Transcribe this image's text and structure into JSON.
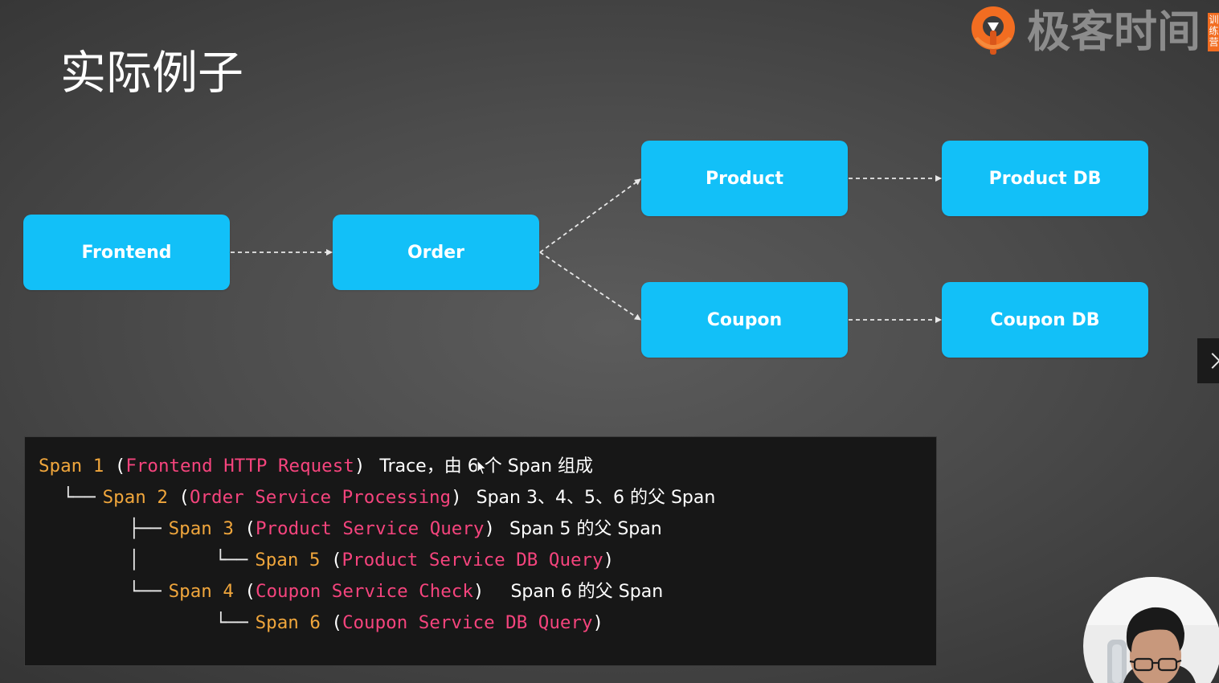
{
  "slide": {
    "title": "实际例子"
  },
  "branding": {
    "logo_text": "极客时间",
    "badge_text": "训练营"
  },
  "diagram": {
    "nodes": {
      "frontend": "Frontend",
      "order": "Order",
      "product": "Product",
      "product_db": "Product DB",
      "coupon": "Coupon",
      "coupon_db": "Coupon DB"
    }
  },
  "trace": {
    "open_paren": "(",
    "close_paren": ")",
    "lines": [
      {
        "span": "Span 1",
        "name": "Frontend HTTP Request",
        "note": "Trace，由 6 个 Span 组成"
      },
      {
        "tree": "└──",
        "span": "Span 2",
        "name": "Order Service Processing",
        "note": "Span 3、4、5、6 的父 Span"
      },
      {
        "tree": "├──",
        "span": "Span 3",
        "name": "Product Service Query",
        "note": "Span 5 的父 Span"
      },
      {
        "pipe": "│",
        "tree": "└──",
        "span": "Span 5",
        "name": "Product Service DB Query"
      },
      {
        "tree": "└──",
        "span": "Span 4",
        "name": "Coupon Service Check",
        "note": "Span 6 的父 Span"
      },
      {
        "tree": "└──",
        "span": "Span 6",
        "name": "Coupon Service DB Query"
      }
    ]
  },
  "colors": {
    "node": "#12c0f8",
    "span_label": "#f0a63c",
    "span_name": "#f5447d",
    "accent": "#f26d21"
  },
  "icons": {
    "logo": "geektime-logo-icon",
    "next": "chevron-right-icon",
    "cursor": "mouse-cursor-icon"
  }
}
